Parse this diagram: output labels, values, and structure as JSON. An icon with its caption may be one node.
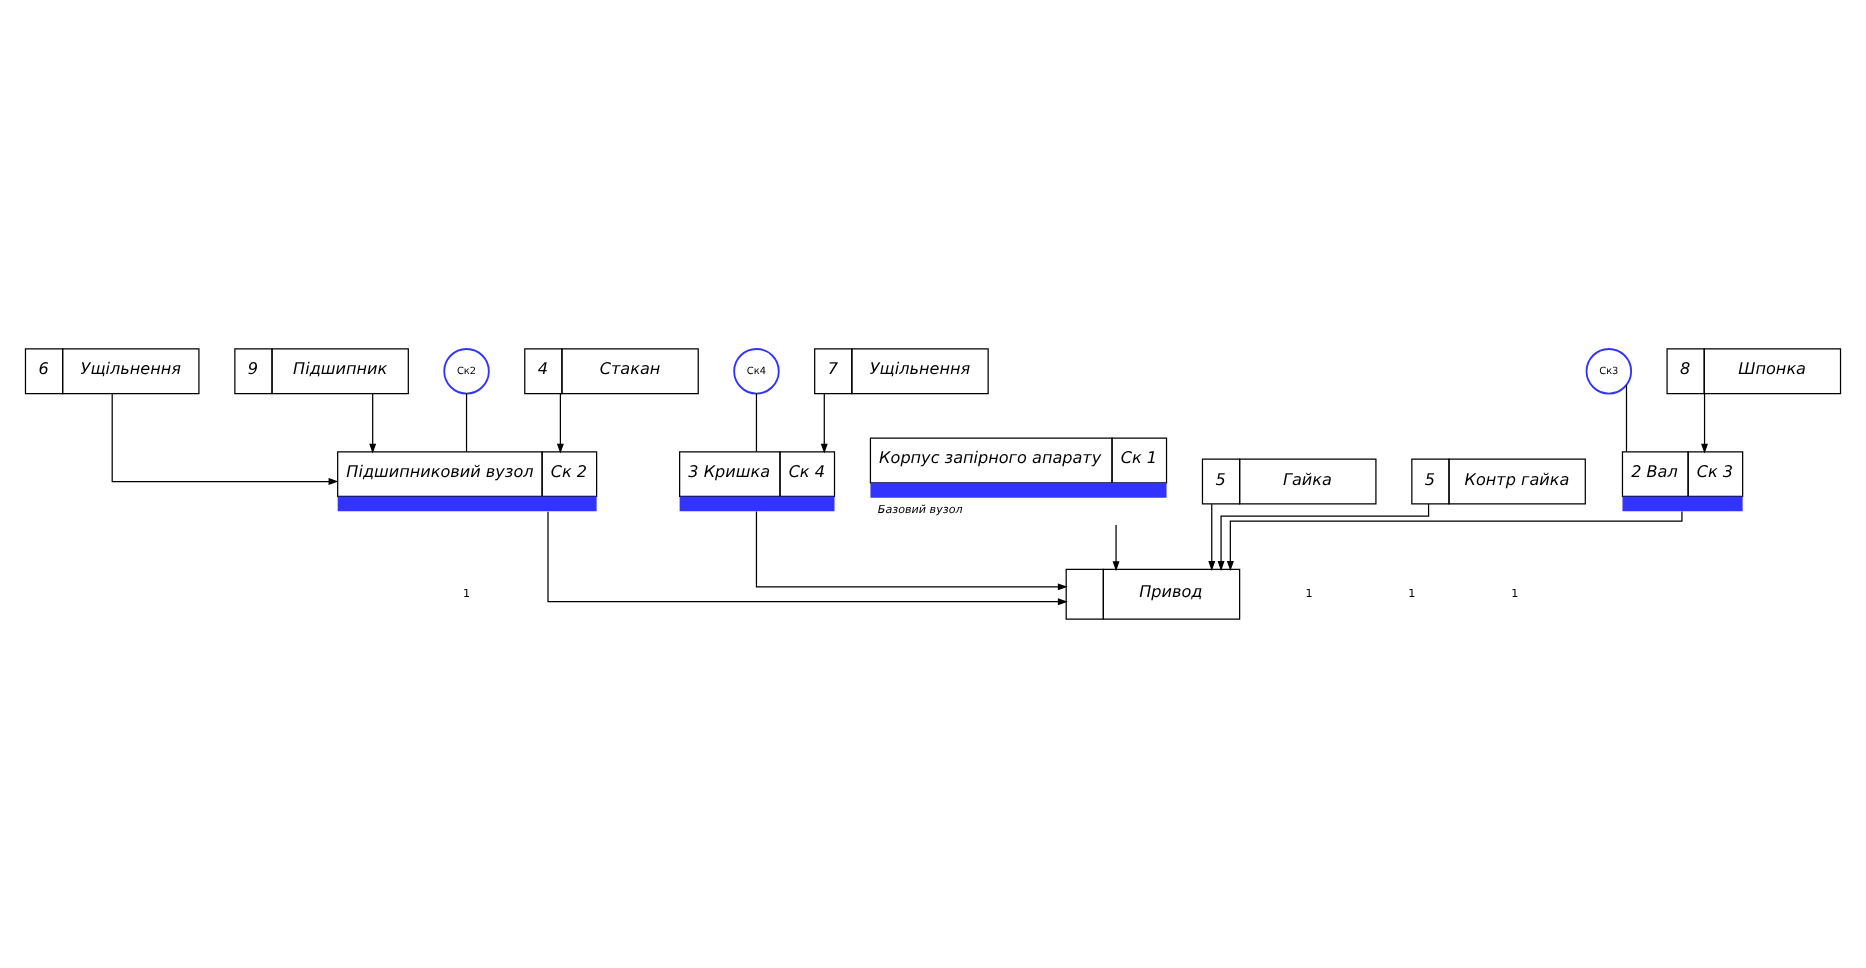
{
  "diagram": {
    "nodes": [
      {
        "text": [
          "Ск2"
        ]
      },
      {
        "text": [
          "4",
          "Стакан"
        ]
      },
      {
        "text": [
          "6",
          "Ущільнення"
        ]
      },
      {
        "text": [
          "9",
          "Підшипник"
        ]
      },
      {
        "text": [
          "Ск3"
        ]
      },
      {
        "text": [
          "8",
          "Шпонка"
        ]
      },
      {
        "text": [
          "Ск4"
        ]
      },
      {
        "text": [
          "7",
          "Ущільнення"
        ]
      },
      {
        "text": [
          "Підшипниковий вузол",
          "Ск 2"
        ]
      },
      {
        "text": [
          "2 Вал",
          "Ск 3"
        ]
      },
      {
        "text": [
          "3 Кришка",
          "Ск 4"
        ]
      },
      {
        "text": [
          "Корпус запірного апарату",
          "Ск 1"
        ],
        "beside": [
          "Базовий вузол"
        ]
      },
      {
        "text": [
          "Привод"
        ]
      },
      {
        "text": [
          "5",
          "Гайка"
        ]
      },
      {
        "text": [
          "5",
          "Контр гайка"
        ]
      }
    ],
    "edges": [
      {
        "from": 0,
        "to": 8,
        "arrow": "none"
      },
      {
        "from": 1,
        "to": 8,
        "arrow": "to"
      },
      {
        "from": 2,
        "to": 8,
        "arrow": "to"
      },
      {
        "from": 3,
        "to": 8,
        "arrow": "to"
      },
      {
        "from": 4,
        "to": 9,
        "arrow": "none"
      },
      {
        "from": 5,
        "to": 9,
        "arrow": "to"
      },
      {
        "from": 6,
        "to": 10,
        "arrow": "none"
      },
      {
        "from": 7,
        "to": 10,
        "arrow": "to"
      },
      {
        "from": 11,
        "to": 12,
        "arrow": "to"
      },
      {
        "from": 8,
        "to": 12,
        "arrow": "to"
      },
      {
        "from": 13,
        "to": 12,
        "arrow": "to"
      },
      {
        "from": 14,
        "to": 12,
        "arrow": "to"
      },
      {
        "from": 9,
        "to": 12,
        "arrow": "to"
      },
      {
        "from": 10,
        "to": 12,
        "arrow": "to"
      }
    ],
    "labels": [
      "1",
      "1",
      "1",
      "1"
    ]
  }
}
